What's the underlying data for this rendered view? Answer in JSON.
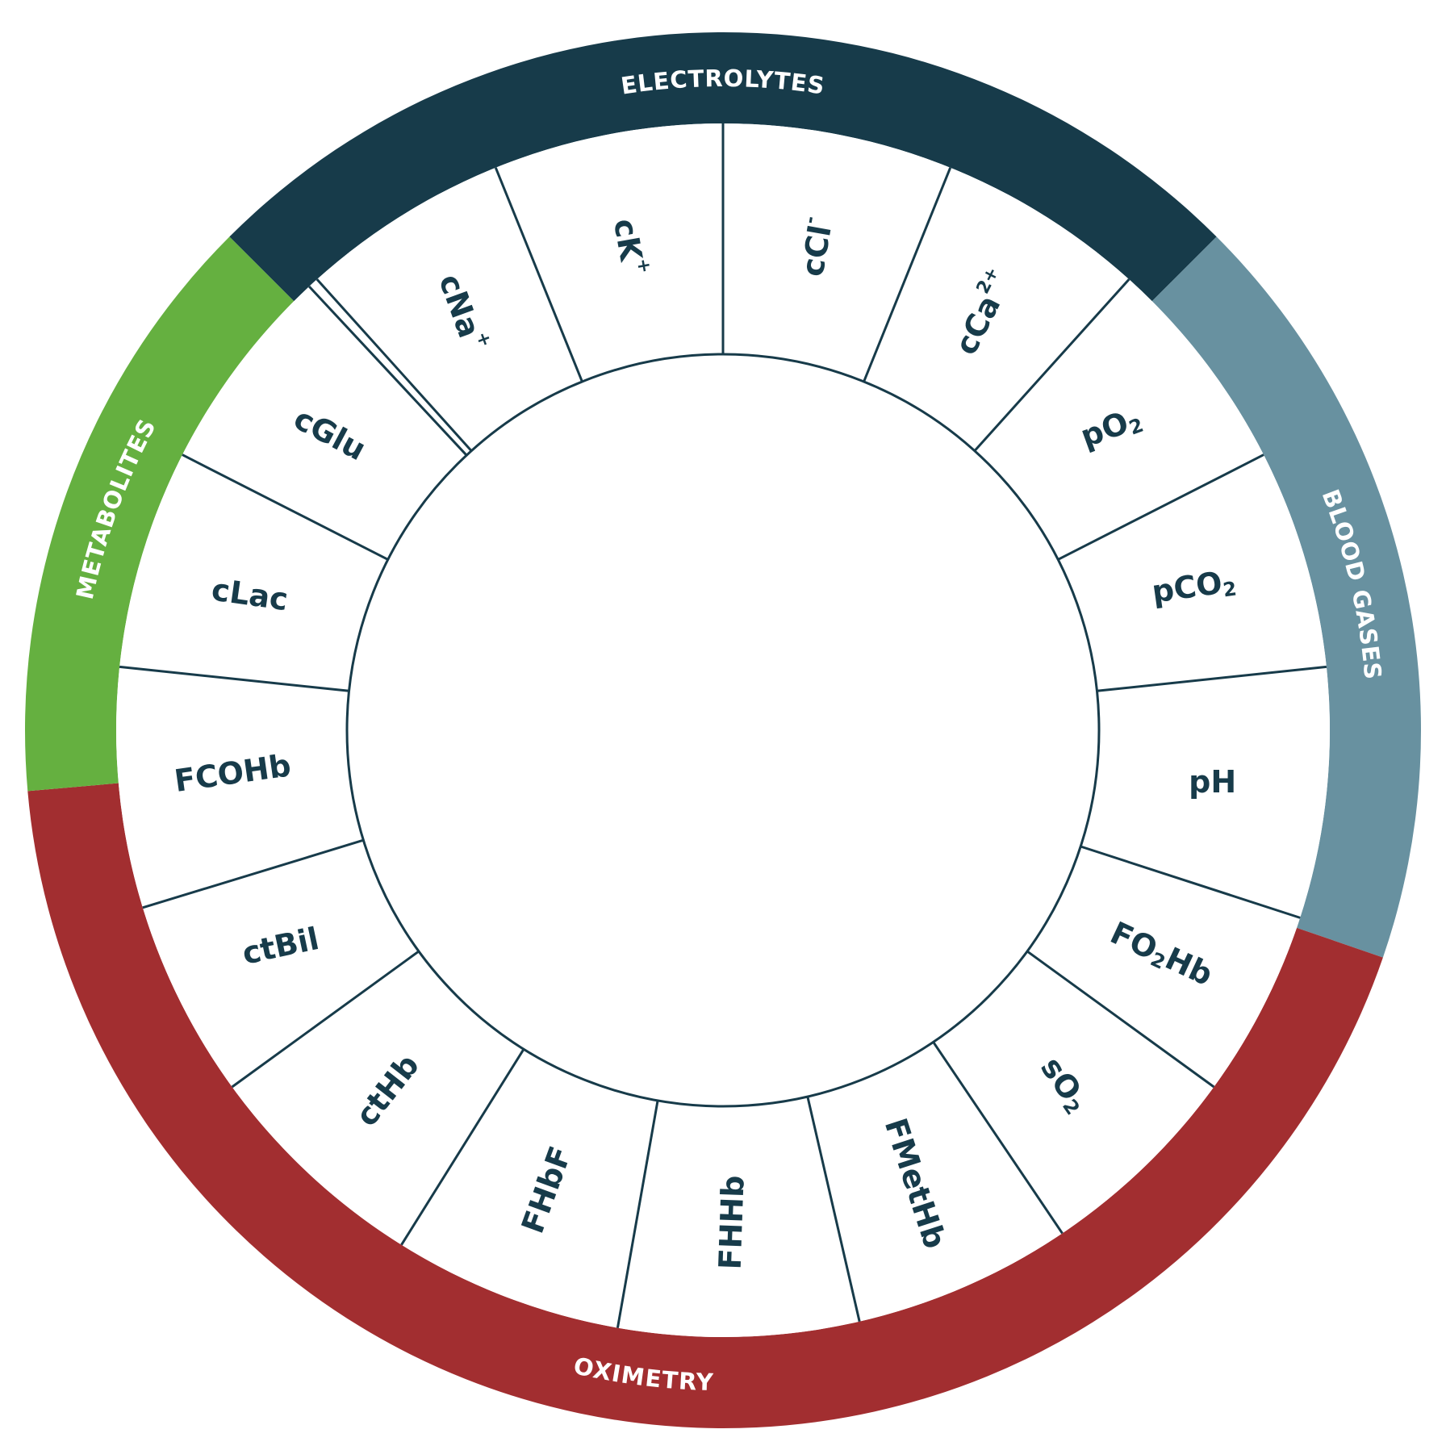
{
  "colors": {
    "text": "#173b4a",
    "line": "#173b4a",
    "ring_text": "#ffffff",
    "background": "#ffffff"
  },
  "categories": [
    {
      "id": "electrolytes",
      "label": "ELECTROLYTES",
      "color": "#173b4a",
      "from": -45,
      "to": 45,
      "mid": 0,
      "flip": false
    },
    {
      "id": "blood-gases",
      "label": "BLOOD GASES",
      "color": "#6891a0",
      "from": 45,
      "to": 109,
      "mid": 77,
      "flip": false
    },
    {
      "id": "oximetry",
      "label": "OXIMETRY",
      "color": "#a22e30",
      "from": 109,
      "to": 265,
      "mid": 187,
      "flip": true
    },
    {
      "id": "metabolites",
      "label": "METABOLITES",
      "color": "#65b040",
      "from": 265,
      "to": 315,
      "mid": 290,
      "flip": false
    }
  ],
  "dividers": [
    -42,
    -22,
    0,
    22,
    42,
    63,
    84,
    108,
    126,
    146,
    167,
    190,
    212,
    234,
    253,
    276,
    297,
    317
  ],
  "parameters": [
    {
      "id": "cna",
      "main": "cNa",
      "sup": "+",
      "sub": "",
      "tail": "",
      "angle": -32,
      "rot": 70
    },
    {
      "id": "ck",
      "main": "cK",
      "sup": "+",
      "sub": "",
      "tail": "",
      "angle": -11,
      "rot": 80
    },
    {
      "id": "ccl",
      "main": "cCl",
      "sup": "-",
      "sub": "",
      "tail": "",
      "angle": 11,
      "rot": -80
    },
    {
      "id": "cca",
      "main": "cCa",
      "sup": "2+",
      "sub": "",
      "tail": "",
      "angle": 32,
      "rot": -63
    },
    {
      "id": "po2",
      "main": "pO",
      "sup": "",
      "sub": "2",
      "tail": "",
      "angle": 52,
      "rot": -20
    },
    {
      "id": "pco2",
      "main": "pCO",
      "sup": "",
      "sub": "2",
      "tail": "",
      "angle": 73,
      "rot": -8
    },
    {
      "id": "ph",
      "main": "pH",
      "sup": "",
      "sub": "",
      "tail": "",
      "angle": 96,
      "rot": 0
    },
    {
      "id": "fo2hb",
      "main": "FO",
      "sup": "",
      "sub": "2",
      "tail": "Hb",
      "angle": 117,
      "rot": 25
    },
    {
      "id": "so2",
      "main": "sO",
      "sup": "",
      "sub": "2",
      "tail": "",
      "angle": 136,
      "rot": 55
    },
    {
      "id": "fmethb",
      "main": "FMetHb",
      "sup": "",
      "sub": "",
      "tail": "",
      "angle": 157,
      "rot": 72
    },
    {
      "id": "fhhb",
      "main": "FHHb",
      "sup": "",
      "sub": "",
      "tail": "",
      "angle": 179,
      "rot": -88
    },
    {
      "id": "fhbf",
      "main": "FHbF",
      "sup": "",
      "sub": "",
      "tail": "",
      "angle": 201,
      "rot": -70
    },
    {
      "id": "cthb",
      "main": "ctHb",
      "sup": "",
      "sub": "",
      "tail": "",
      "angle": 223,
      "rot": -52
    },
    {
      "id": "ctbil",
      "main": "ctBil",
      "sup": "",
      "sub": "",
      "tail": "",
      "angle": 244,
      "rot": -12
    },
    {
      "id": "fcohb",
      "main": "FCOHb",
      "sup": "",
      "sub": "",
      "tail": "",
      "angle": 265,
      "rot": -8
    },
    {
      "id": "clac",
      "main": "cLac",
      "sup": "",
      "sub": "",
      "tail": "",
      "angle": 286,
      "rot": 8
    },
    {
      "id": "cglu",
      "main": "cGlu",
      "sup": "",
      "sub": "",
      "tail": "",
      "angle": 307,
      "rot": 28
    }
  ]
}
